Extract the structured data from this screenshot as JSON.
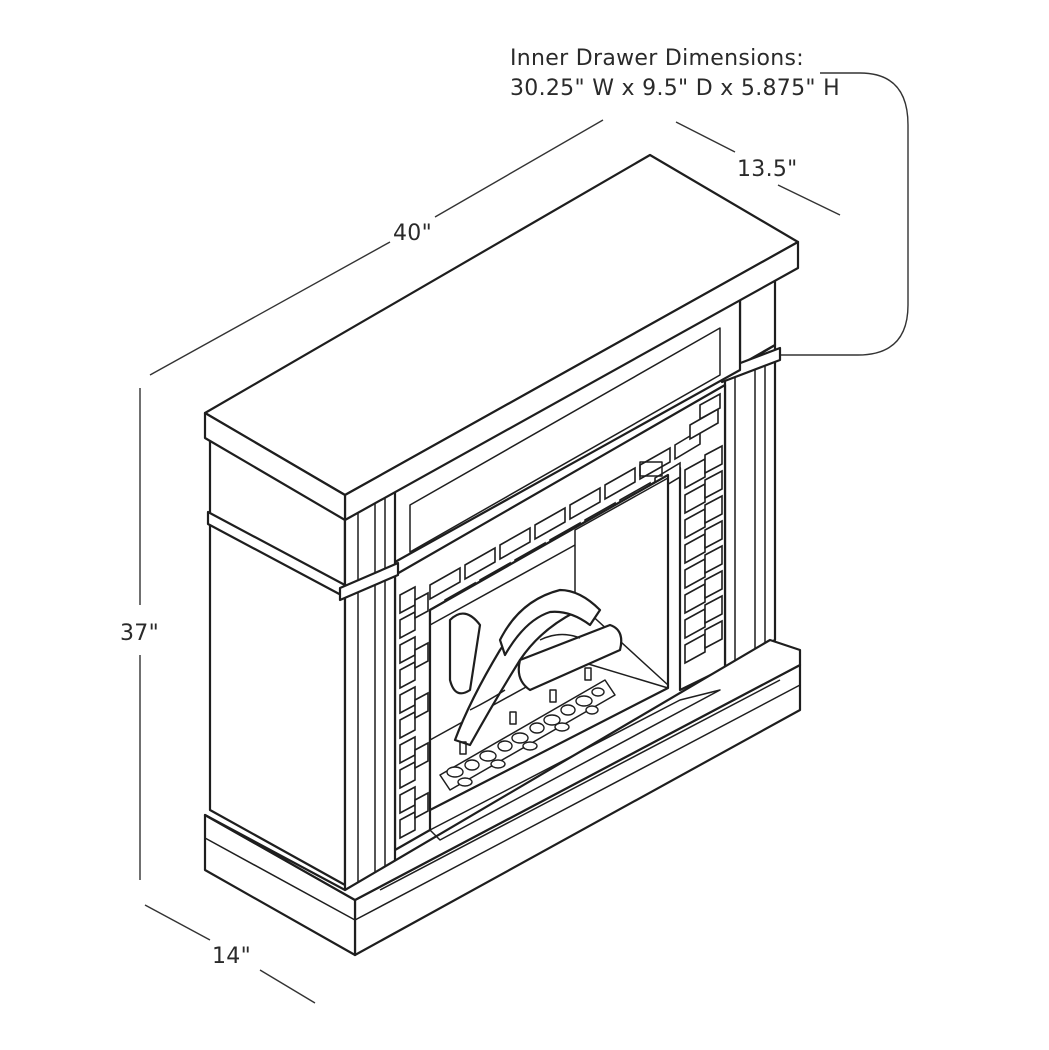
{
  "drawer_note": {
    "line1": "Inner Drawer Dimensions:",
    "line2": "30.25\" W x 9.5\" D x 5.875\" H"
  },
  "dimensions": {
    "width": "40\"",
    "depth_top": "13.5\"",
    "height": "37\"",
    "depth_base": "14\""
  }
}
